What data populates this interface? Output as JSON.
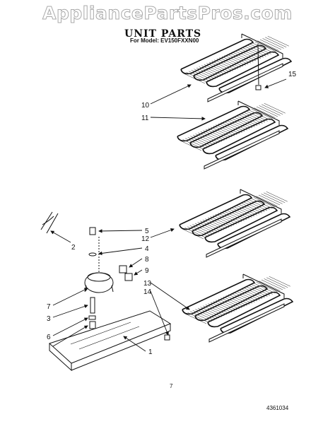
{
  "watermark": "AppliancePartsPros.com",
  "title": "UNIT PARTS",
  "model_line": "For Model: EV150FXXN00",
  "page_number": "7",
  "doc_number": "4361034",
  "callouts": [
    {
      "id": "c15",
      "text": "15"
    },
    {
      "id": "c10",
      "text": "10"
    },
    {
      "id": "c11",
      "text": "11"
    },
    {
      "id": "c5",
      "text": "5"
    },
    {
      "id": "c12",
      "text": "12"
    },
    {
      "id": "c2",
      "text": "2"
    },
    {
      "id": "c4",
      "text": "4"
    },
    {
      "id": "c8",
      "text": "8"
    },
    {
      "id": "c9",
      "text": "9"
    },
    {
      "id": "c13",
      "text": "13"
    },
    {
      "id": "c14",
      "text": "14"
    },
    {
      "id": "c7",
      "text": "7"
    },
    {
      "id": "c3",
      "text": "3"
    },
    {
      "id": "c6",
      "text": "6"
    },
    {
      "id": "c1",
      "text": "1"
    }
  ]
}
